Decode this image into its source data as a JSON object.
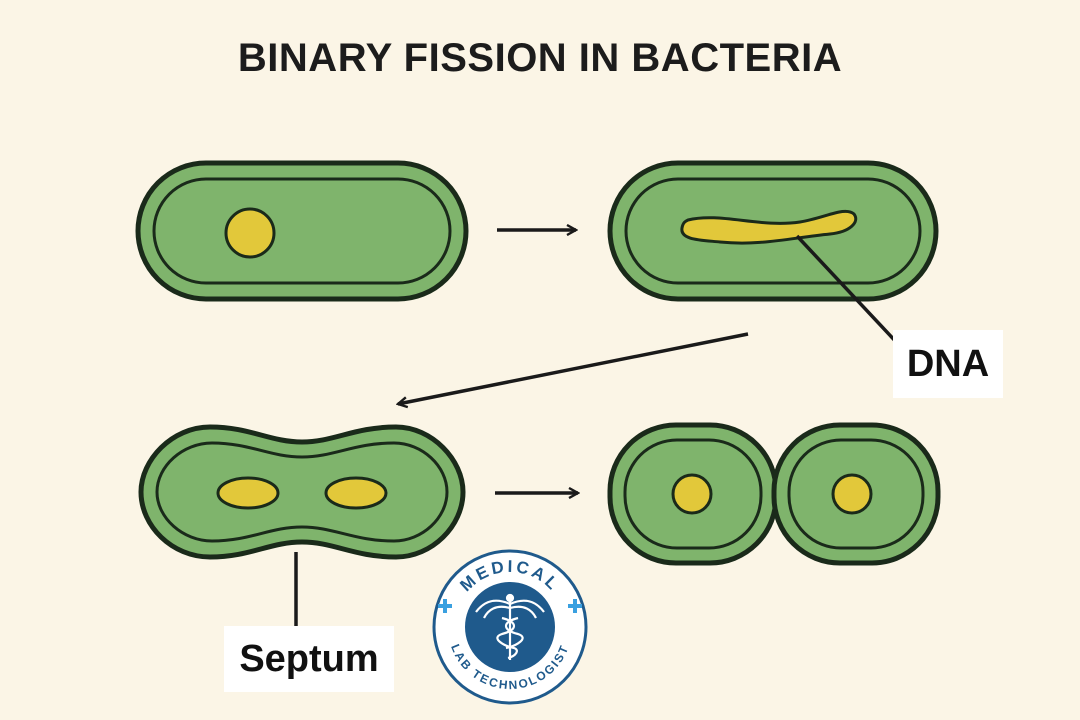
{
  "title": "BINARY FISSION IN BACTERIA",
  "labels": {
    "dna": "DNA",
    "septum": "Septum"
  },
  "logo": {
    "top_text": "MEDICAL",
    "bottom_text": "LAB TECHNOLOGIST",
    "icon": "caduceus-icon"
  },
  "colors": {
    "background": "#fbf5e6",
    "cell_fill": "#7fb46c",
    "outline": "#1a2a1a",
    "dna_fill": "#e2c83a",
    "logo_blue": "#1f5a8c",
    "logo_accent": "#3aa0e0"
  }
}
